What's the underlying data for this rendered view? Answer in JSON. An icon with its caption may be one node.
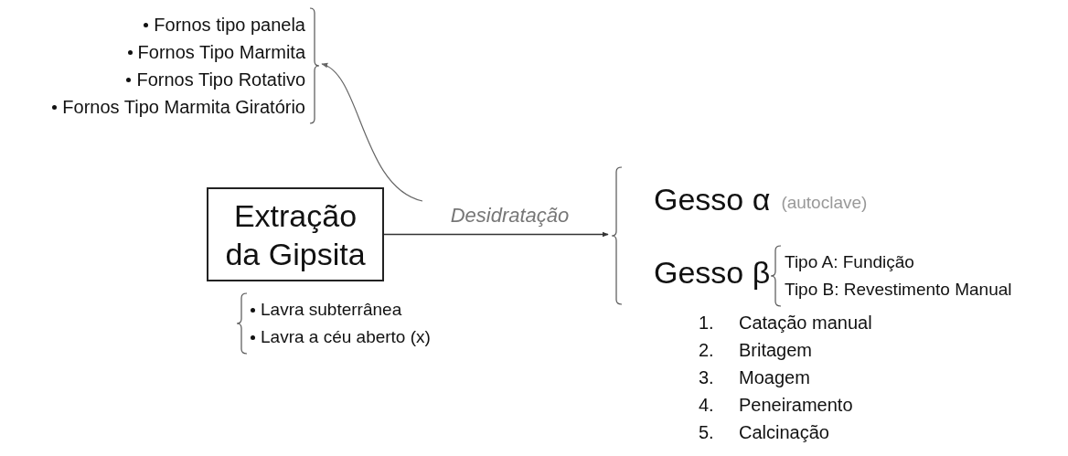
{
  "diagram": {
    "nodes": [
      {
        "text": [
          "Extração da Gipsita"
        ]
      },
      {
        "text": [
          "Fornos tipo panela",
          "Fornos Tipo Marmita",
          "Fornos Tipo Rotativo",
          "Fornos Tipo Marmita Giratório"
        ]
      },
      {
        "text": [],
        "shape": "bracket"
      },
      {
        "text": [
          "Gesso α"
        ],
        "beside": [
          "(autoclave)"
        ]
      },
      {
        "text": [
          "Gesso β"
        ]
      },
      {
        "text": [
          "Tipo A: Fundição",
          "Tipo B: Revestimento Manual"
        ]
      },
      {
        "text": [
          "Lavra subterrânea",
          "Lavra a céu aberto (x)"
        ]
      }
    ],
    "edges": [
      {
        "from": 0,
        "to": 2,
        "arrow": "to",
        "label": "Desidratação"
      },
      {
        "from": null,
        "to": 1,
        "arrow": "to"
      }
    ],
    "labels": [
      "1.",
      "Catação manual",
      "2.",
      "Britagem",
      "3.",
      "Moagem",
      "4.",
      "Peneiramento",
      "5.",
      "Calcinação"
    ]
  }
}
